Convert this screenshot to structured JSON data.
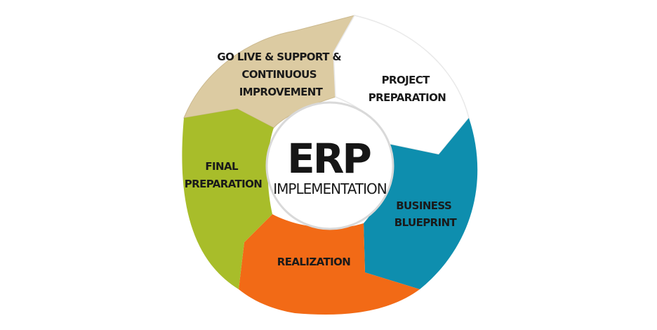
{
  "diagram": {
    "center": {
      "title": "ERP",
      "subtitle": "IMPLEMENTATION"
    },
    "phases": [
      {
        "key": "project-preparation",
        "lines": [
          "PROJECT",
          "PREPARATION"
        ],
        "color": "#ffffff"
      },
      {
        "key": "business-blueprint",
        "lines": [
          "BUSINESS",
          "BLUEPRINT"
        ],
        "color": "#0e8eae"
      },
      {
        "key": "realization",
        "lines": [
          "REALIZATION"
        ],
        "color": "#f26a16"
      },
      {
        "key": "final-preparation",
        "lines": [
          "FINAL",
          "PREPARATION"
        ],
        "color": "#a8bd2a"
      },
      {
        "key": "go-live-support",
        "lines": [
          "GO LIVE & SUPPORT &",
          "CONTINUOUS",
          "IMPROVEMENT"
        ],
        "color": "#dccba2"
      }
    ]
  }
}
